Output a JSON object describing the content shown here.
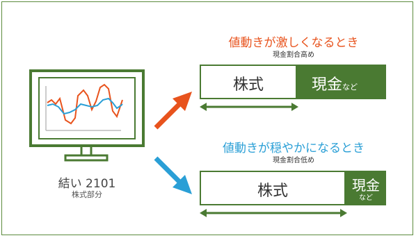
{
  "colors": {
    "green": "#4a7a32",
    "orange": "#e8531d",
    "blue": "#2a9fd6",
    "text_gray": "#444444"
  },
  "monitor": {
    "label": "結い 2101",
    "sublabel": "株式部分"
  },
  "top_scenario": {
    "title": "値動きが激しくなるとき",
    "subtitle": "現金割合高め",
    "stock_label": "株式",
    "cash_label": "現金",
    "cash_suffix": "など"
  },
  "bottom_scenario": {
    "title": "値動きが穏やかになるとき",
    "subtitle": "現金割合低め",
    "stock_label": "株式",
    "cash_label": "現金",
    "cash_suffix": "など"
  },
  "icons": [
    "monitor-icon",
    "arrow-up-right-icon",
    "arrow-down-right-icon",
    "double-arrow-icon"
  ]
}
